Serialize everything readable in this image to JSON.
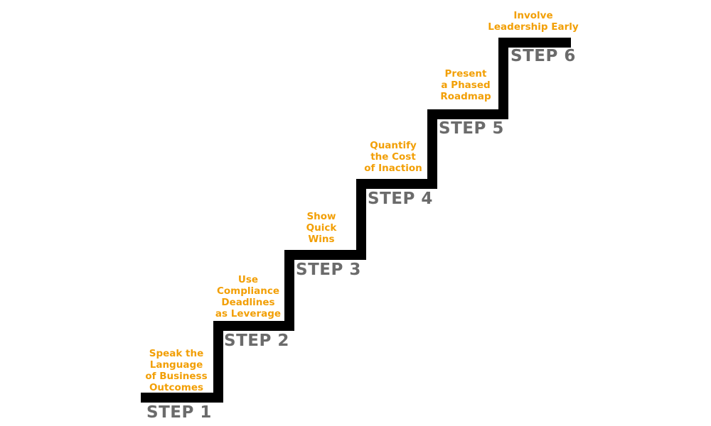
{
  "colors": {
    "stair_line": "#000000",
    "step_label": "#6b6b6b",
    "description": "#f29f05",
    "background": "#ffffff"
  },
  "steps": [
    {
      "label": "STEP 1",
      "description": "Speak the\nLanguage\nof Business\nOutcomes"
    },
    {
      "label": "STEP 2",
      "description": "Use\nCompliance\nDeadlines\nas Leverage"
    },
    {
      "label": "STEP 3",
      "description": "Show\nQuick\nWins"
    },
    {
      "label": "STEP 4",
      "description": "Quantify\nthe Cost\nof Inaction"
    },
    {
      "label": "STEP 5",
      "description": "Present\na Phased\nRoadmap"
    },
    {
      "label": "STEP 6",
      "description": "Involve\nLeadership Early"
    }
  ]
}
